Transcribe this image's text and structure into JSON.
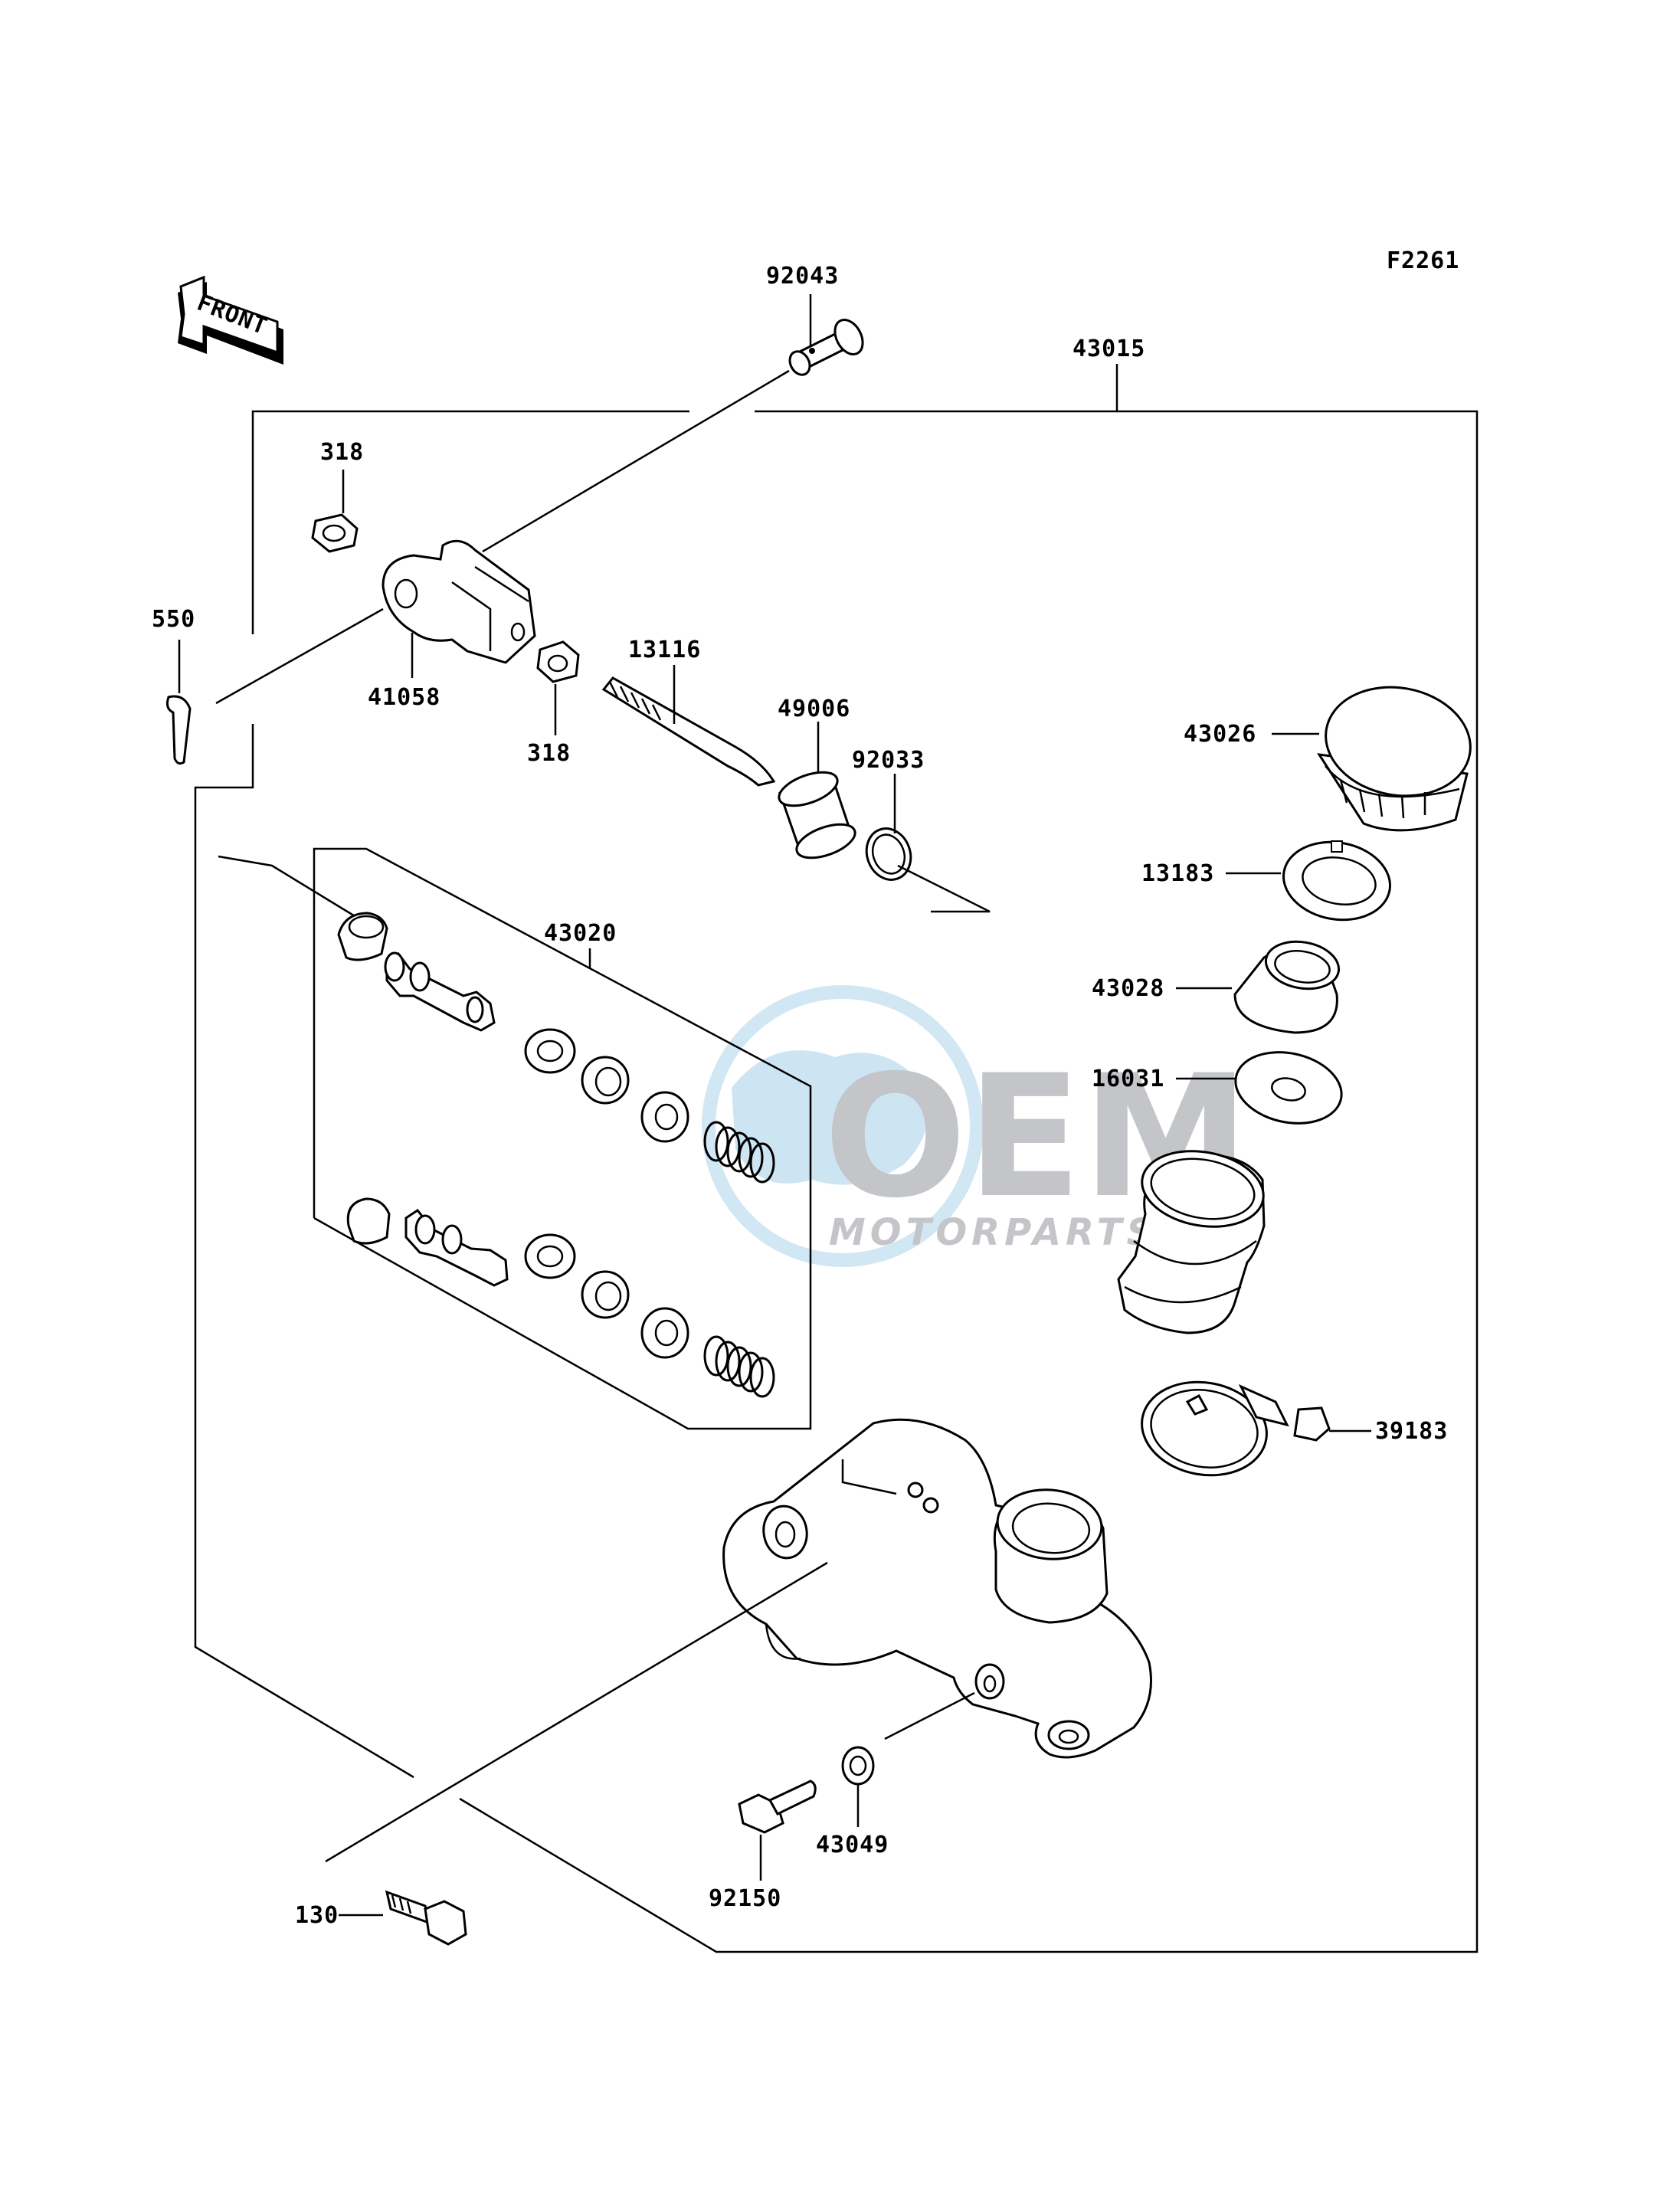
{
  "figure_code": "F2261",
  "front_label": "FRONT",
  "watermark": {
    "brand": "OEM",
    "sub": "MOTORPARTS",
    "color": "#b9bcbf",
    "accent": "#4aa8d8"
  },
  "labels": {
    "p92043": "92043",
    "p43015": "43015",
    "p318_top": "318",
    "p318_mid": "318",
    "p550": "550",
    "p41058": "41058",
    "p13116": "13116",
    "p49006": "49006",
    "p92033": "92033",
    "p43026": "43026",
    "p13183": "13183",
    "p43028": "43028",
    "p16031": "16031",
    "p43020": "43020",
    "p39183": "39183",
    "p43049": "43049",
    "p92150": "92150",
    "p130": "130"
  }
}
